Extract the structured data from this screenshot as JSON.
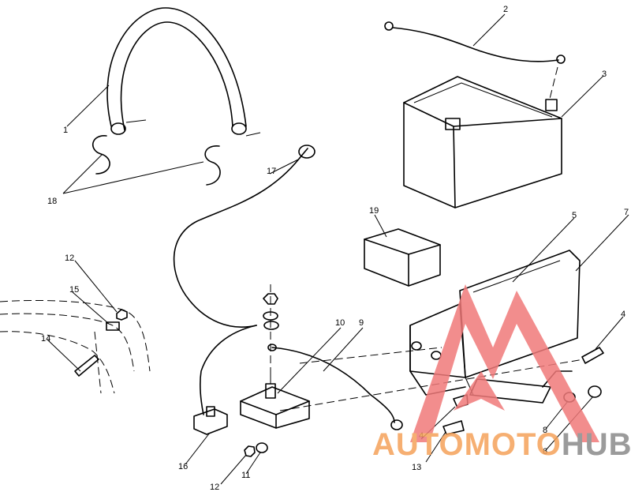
{
  "callouts": {
    "c1": "1",
    "c2": "2",
    "c3": "3",
    "c4a": "4",
    "c4b": "4",
    "c5": "5",
    "c6": "6",
    "c7": "7",
    "c8": "8",
    "c9": "9",
    "c10": "10",
    "c11": "11",
    "c12a": "12",
    "c12b": "12",
    "c13": "13",
    "c14": "14",
    "c15": "15",
    "c16": "16",
    "c17": "17",
    "c18": "18",
    "c19": "19"
  },
  "watermark": {
    "text_orange": "AUTOMOTO",
    "text_dark": "HUB",
    "color_orange": "#f5a25a",
    "color_dark": "#8a8a8a",
    "color_red": "#f07a7a"
  }
}
